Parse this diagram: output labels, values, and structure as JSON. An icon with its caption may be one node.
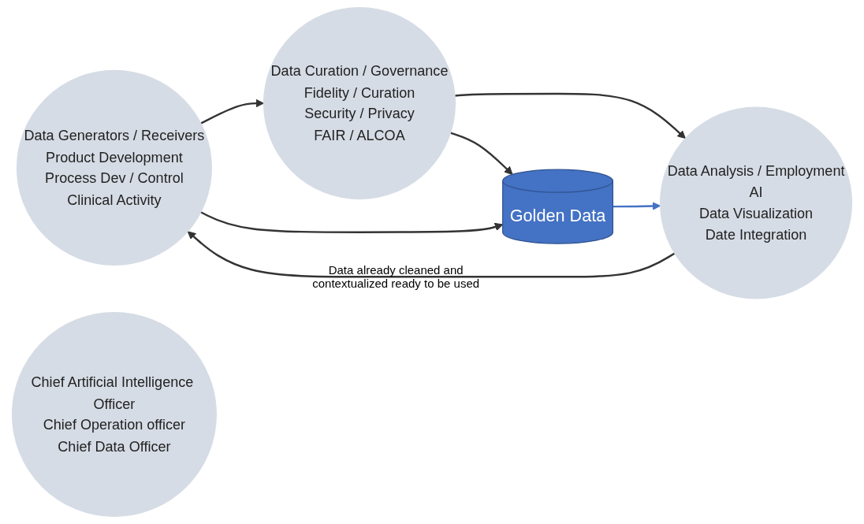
{
  "diagram": {
    "nodes": [
      {
        "text": [
          "Data Generators / Receivers",
          "Product Development",
          "Process Dev / Control",
          "Clinical Activity"
        ]
      },
      {
        "text": [
          "Chief Artificial Intelligence Officer",
          "Chief Operation officer",
          "Chief Data Officer"
        ]
      },
      {
        "text": [
          "Data Curation / Governance",
          "Fidelity / Curation",
          "Security / Privacy",
          "FAIR / ALCOA"
        ]
      },
      {
        "text": [
          "Data Analysis / Employment",
          "AI",
          "Data Visualization",
          "Date Integration"
        ]
      },
      {
        "text": [
          "Golden Data"
        ],
        "beside": [
          "Data already cleaned and contextualized ready to be used"
        ]
      }
    ],
    "edges": [
      {
        "from": 0,
        "to": 2,
        "arrow": "to"
      },
      {
        "from": 2,
        "to": 3,
        "arrow": "to"
      },
      {
        "from": 3,
        "to": 0,
        "arrow": "to"
      },
      {
        "from": 0,
        "to": 4,
        "arrow": "to"
      },
      {
        "from": 2,
        "to": 4,
        "arrow": "to"
      },
      {
        "from": 4,
        "to": 3,
        "arrow": "to",
        "color": "#4472c4"
      }
    ]
  }
}
